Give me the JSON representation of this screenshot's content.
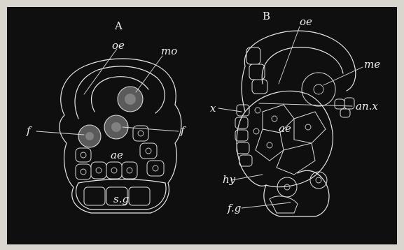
{
  "figure": {
    "panels": [
      {
        "id": "A",
        "label": "A",
        "annotations": {
          "oe": "oe",
          "mo": "mo",
          "f_left": "f",
          "f_right": "f",
          "ae": "ae",
          "sg": "s.g"
        }
      },
      {
        "id": "B",
        "label": "B",
        "annotations": {
          "oe": "oe",
          "me": "me",
          "x": "x",
          "anx": "an.x",
          "ae": "ae",
          "hy": "hy",
          "fg": "f.g"
        }
      }
    ]
  },
  "colors": {
    "page": "#d9d6cf",
    "plate": "#0f0f0f",
    "lines": "#e6e6e6"
  }
}
